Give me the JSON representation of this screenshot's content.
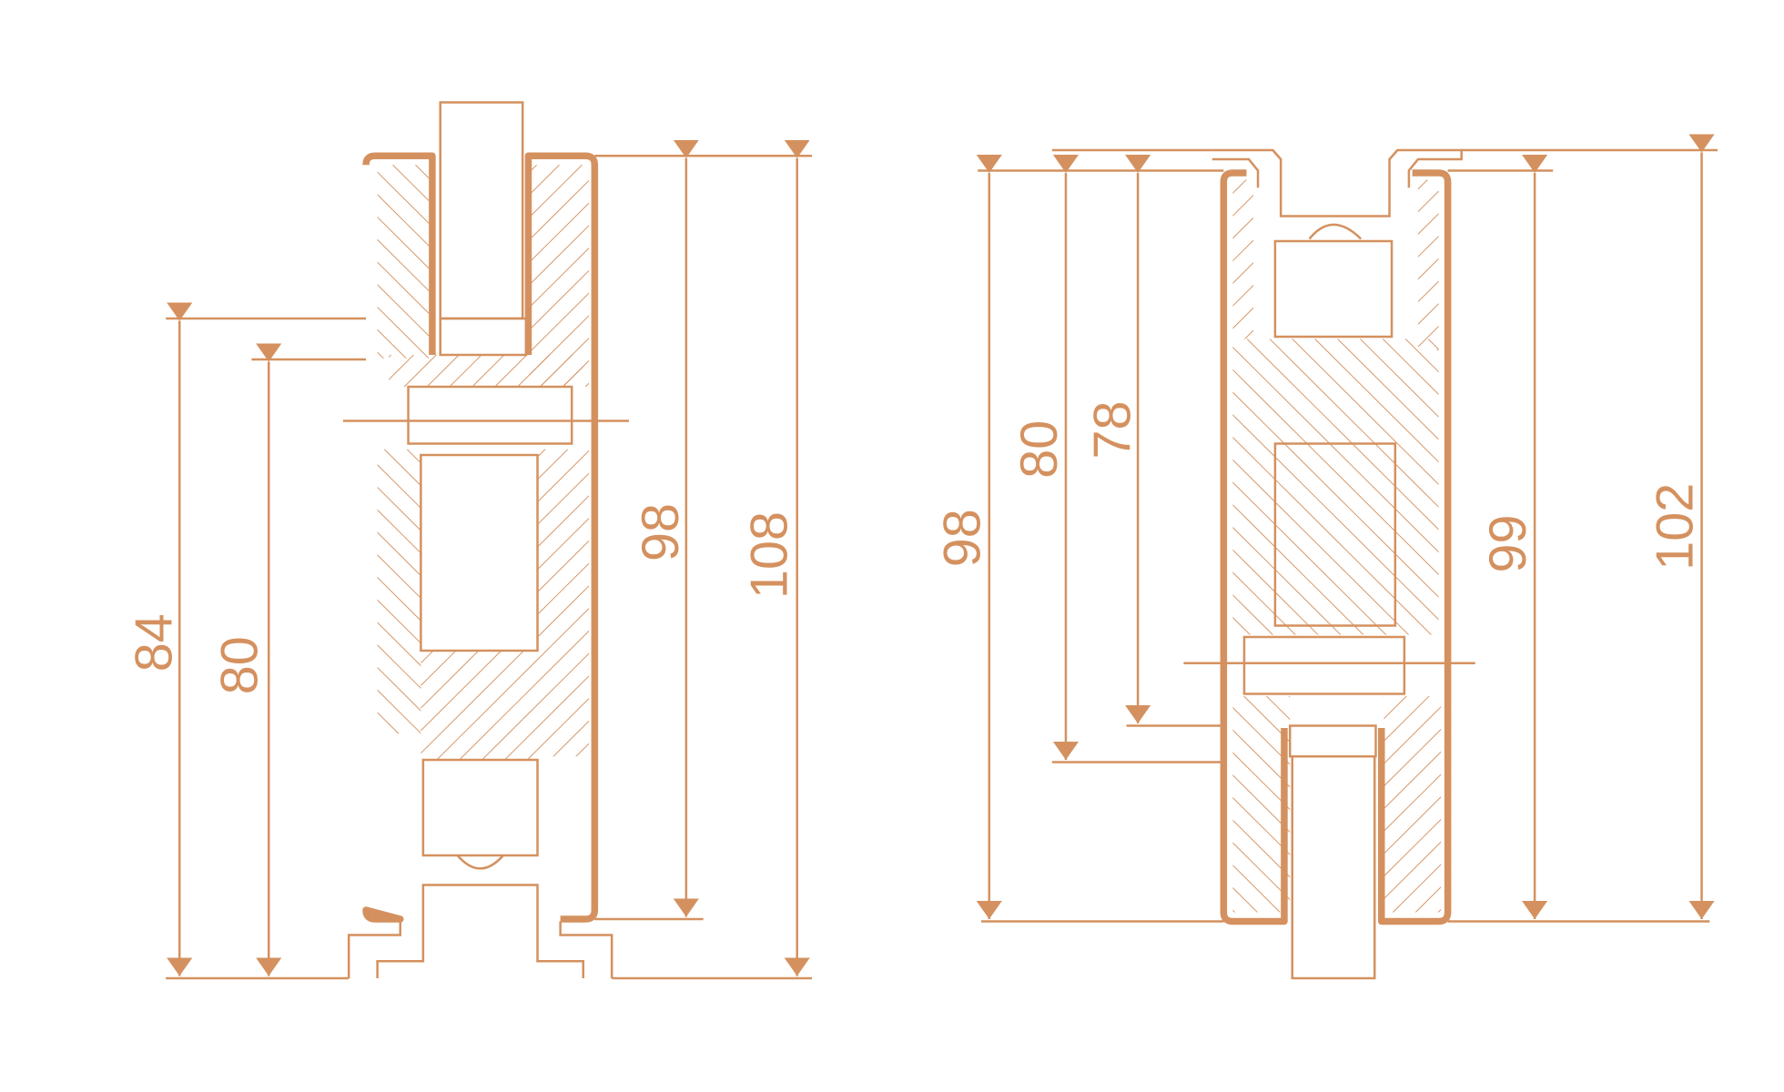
{
  "colors": {
    "line": "#D4915F",
    "background": "#FFFFFF"
  },
  "left_section": {
    "dimensions": {
      "d84": "84",
      "d80": "80",
      "d98": "98",
      "d108": "108"
    }
  },
  "right_section": {
    "dimensions": {
      "d98": "98",
      "d80": "80",
      "d78": "78",
      "d99": "99",
      "d102": "102"
    }
  }
}
